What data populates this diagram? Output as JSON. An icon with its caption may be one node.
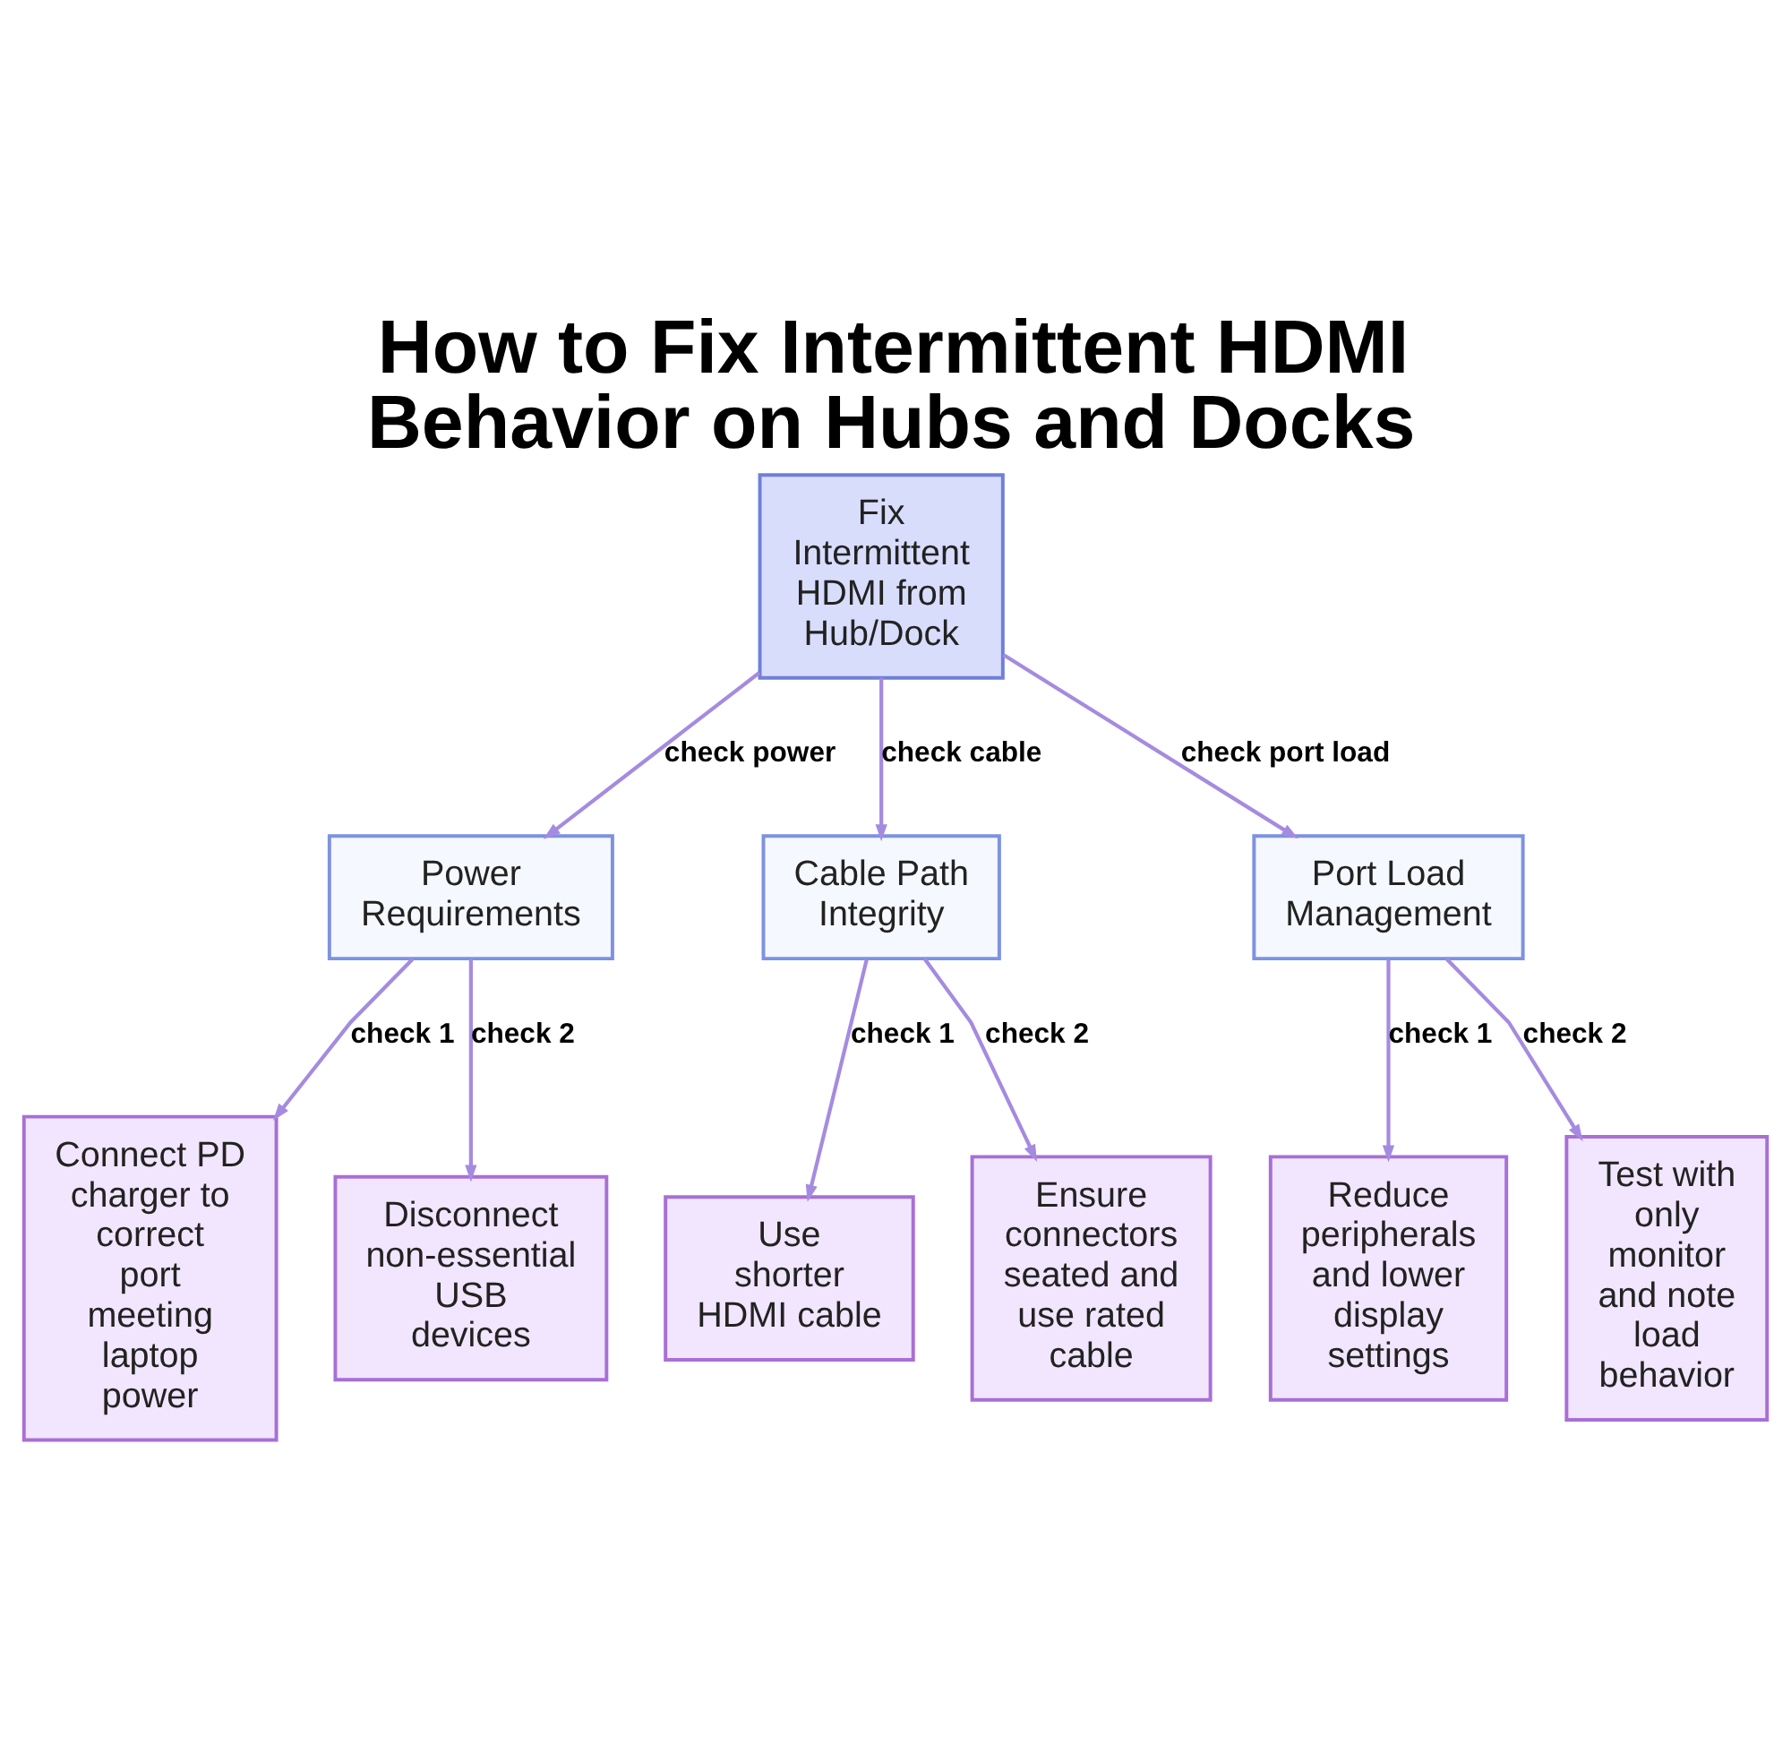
{
  "diagram": {
    "title": "How to Fix Intermittent HDMI Behavior on Hubs and Docks",
    "nodes": [
      {
        "text": [
          "Fix Intermittent HDMI from Hub/Dock"
        ]
      },
      {
        "text": [
          "Power Requirements"
        ]
      },
      {
        "text": [
          "Cable Path Integrity"
        ]
      },
      {
        "text": [
          "Port Load Management"
        ]
      },
      {
        "text": [
          "Connect PD charger to correct port meeting laptop power"
        ]
      },
      {
        "text": [
          "Disconnect non-essential USB devices"
        ]
      },
      {
        "text": [
          "Use shorter HDMI cable"
        ]
      },
      {
        "text": [
          "Ensure connectors seated and use rated cable"
        ]
      },
      {
        "text": [
          "Reduce peripherals and lower display settings"
        ]
      },
      {
        "text": [
          "Test with only monitor and note load behavior"
        ]
      }
    ],
    "edges": [
      {
        "from": 0,
        "to": 1,
        "arrow": "to",
        "label": "check power"
      },
      {
        "from": 0,
        "to": 2,
        "arrow": "to",
        "label": "check cable"
      },
      {
        "from": 0,
        "to": 3,
        "arrow": "to",
        "label": "check port load"
      },
      {
        "from": 1,
        "to": 4,
        "arrow": "to",
        "label": "check 1"
      },
      {
        "from": 1,
        "to": 5,
        "arrow": "to",
        "label": "check 2"
      },
      {
        "from": 2,
        "to": 6,
        "arrow": "to",
        "label": "check 1"
      },
      {
        "from": 2,
        "to": 7,
        "arrow": "to",
        "label": "check 2"
      },
      {
        "from": 3,
        "to": 8,
        "arrow": "to",
        "label": "check 1"
      },
      {
        "from": 3,
        "to": 9,
        "arrow": "to",
        "label": "check 2"
      }
    ]
  }
}
